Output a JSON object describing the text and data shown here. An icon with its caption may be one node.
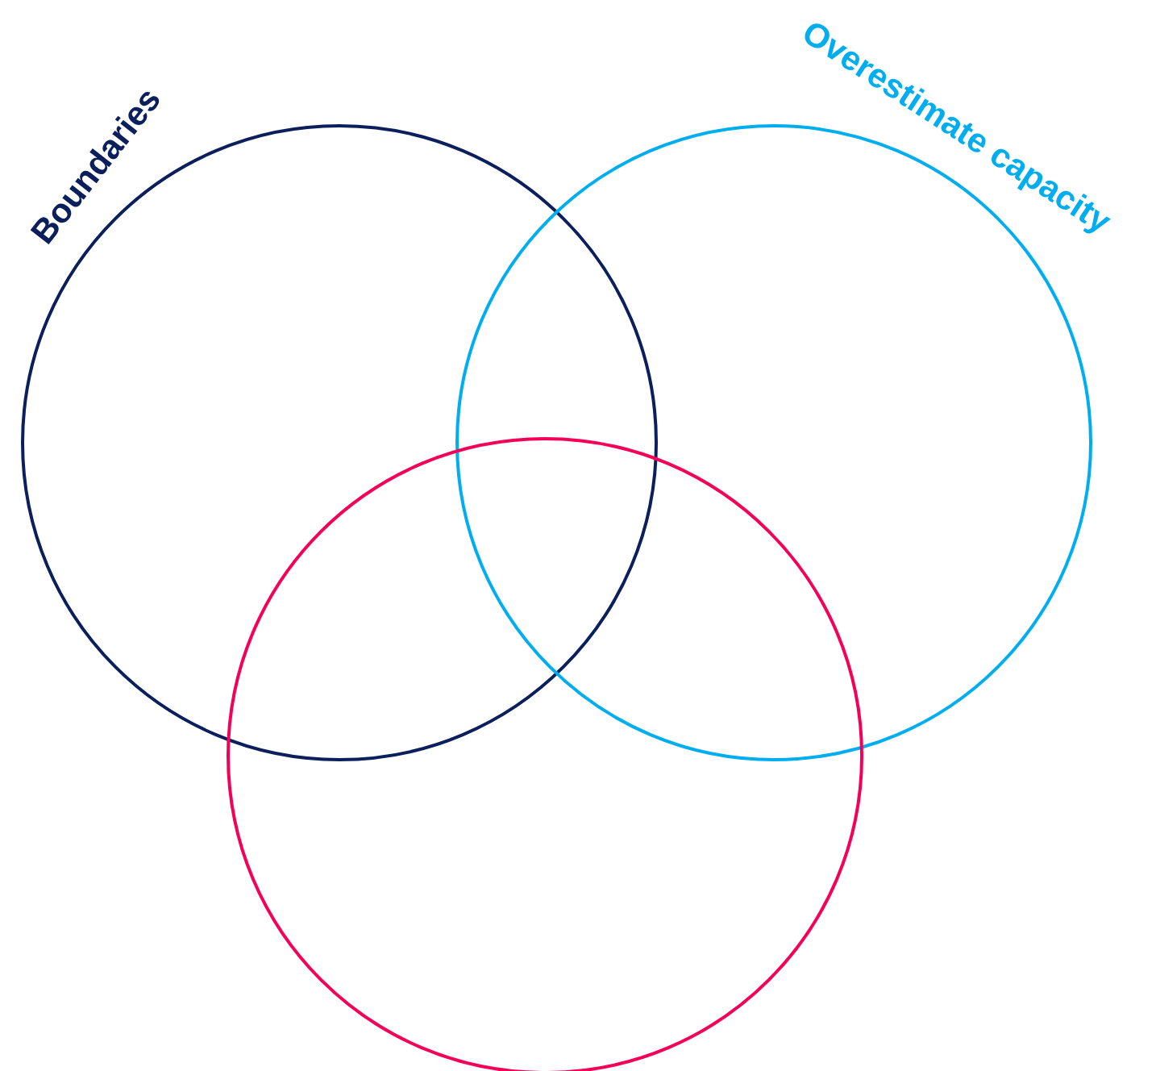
{
  "diagram": {
    "nodes": [
      {
        "text": [
          "Boundaries"
        ]
      },
      {
        "text": [
          "Overestimate capacity"
        ]
      },
      {
        "text": [],
        "shape": "circle"
      }
    ]
  }
}
